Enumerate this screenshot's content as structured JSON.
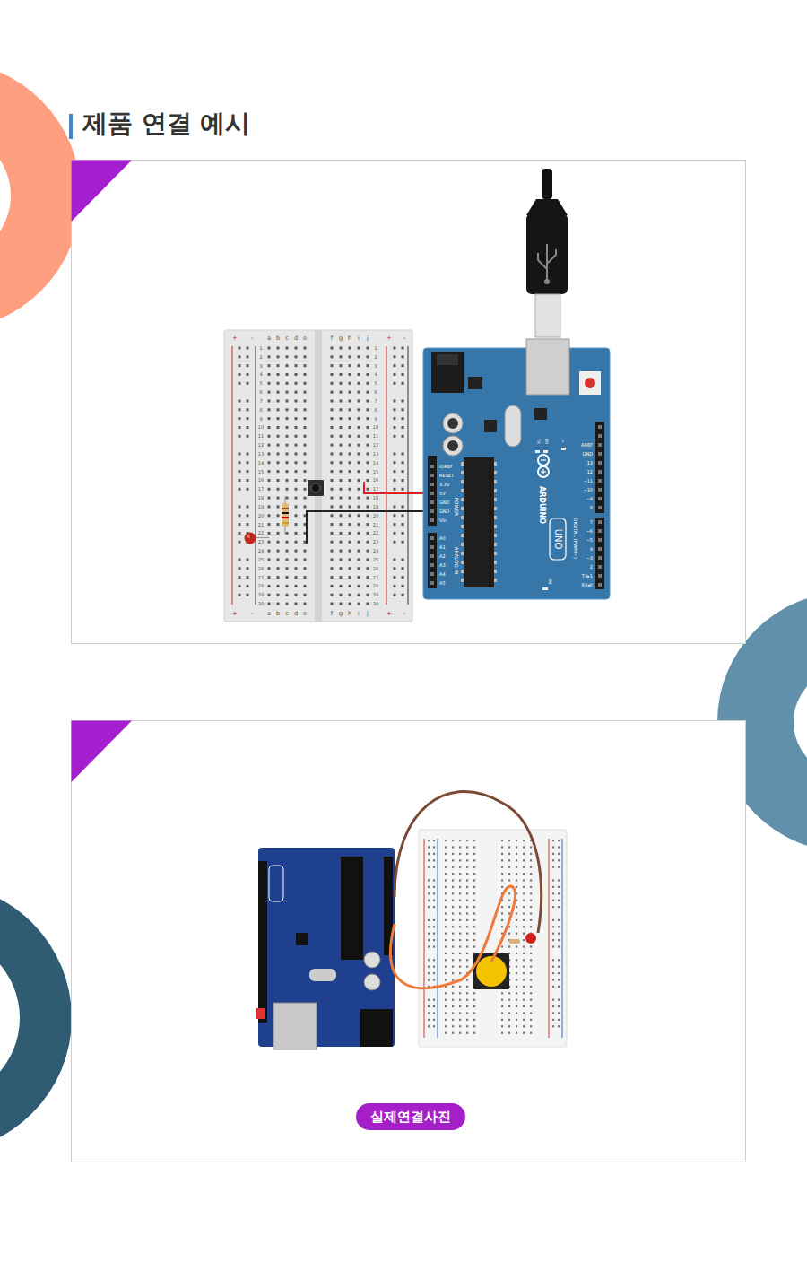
{
  "diagram": {
    "title": "제품 연결 예시",
    "nodes": [
      {
        "text": [
          "실제연결사진"
        ]
      }
    ],
    "labels": [
      "+",
      "-",
      "a",
      "b",
      "c",
      "d",
      "e",
      "f",
      "g",
      "h",
      "i",
      "j",
      "+",
      "-",
      "1",
      "2",
      "3",
      "4",
      "5",
      "6",
      "7",
      "8",
      "9",
      "10",
      "11",
      "12",
      "13",
      "14",
      "15",
      "16",
      "17",
      "18",
      "19",
      "20",
      "21",
      "22",
      "23",
      "24",
      "25",
      "26",
      "27",
      "28",
      "29",
      "30",
      "1",
      "2",
      "3",
      "4",
      "5",
      "6",
      "7",
      "8",
      "9",
      "10",
      "11",
      "12",
      "13",
      "14",
      "15",
      "16",
      "17",
      "18",
      "19",
      "20",
      "21",
      "22",
      "23",
      "24",
      "25",
      "26",
      "27",
      "28",
      "29",
      "30",
      "+",
      "-",
      "a",
      "b",
      "c",
      "d",
      "e",
      "f",
      "g",
      "h",
      "i",
      "j",
      "+",
      "-",
      "IOREF",
      "RESET",
      "3.3V",
      "5V",
      "GND",
      "GND",
      "Vin",
      "POWER",
      "A0",
      "A1",
      "A2",
      "A3",
      "A4",
      "A5",
      "ANALOG IN",
      "AREF",
      "GND",
      "13",
      "12",
      "~11",
      "~10",
      "~9",
      "8",
      "7",
      "~6",
      "~5",
      "4",
      "~3",
      "2",
      "TX▸1",
      "RX◂0",
      "DIGITAL (PWM~)",
      "ARDUINO",
      "UNO",
      "TX",
      "RX",
      "L",
      "ON"
    ]
  }
}
